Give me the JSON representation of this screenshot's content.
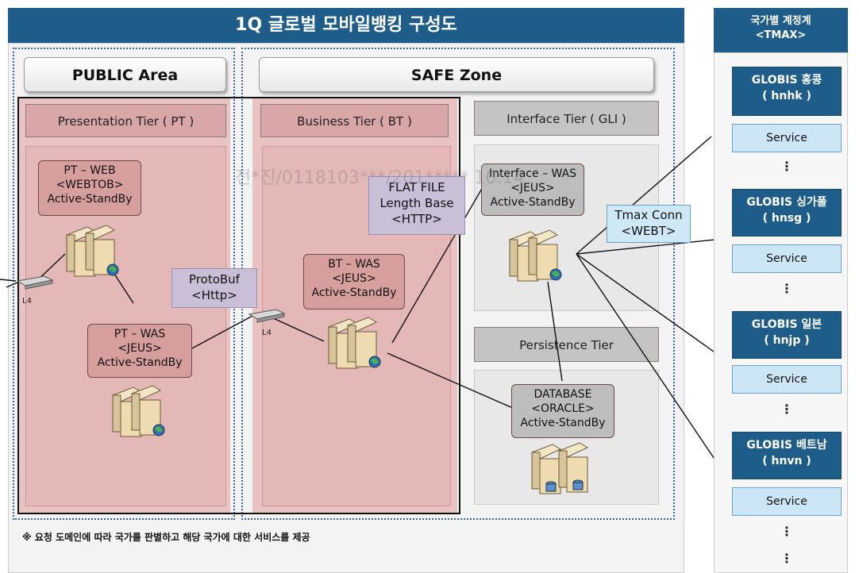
{
  "title": "1Q 글로벌 모바일뱅킹 구성도",
  "zones": {
    "public": "PUBLIC Area",
    "safe": "SAFE Zone"
  },
  "tiers": {
    "pt": "Presentation Tier ( PT )",
    "bt": "Business Tier ( BT )",
    "gli": "Interface Tier ( GLI )",
    "persistence": "Persistence Tier"
  },
  "nodes": {
    "pt_web": [
      "PT – WEB",
      "<WEBTOB>",
      "Active-StandBy"
    ],
    "pt_was": [
      "PT – WAS",
      "<JEUS>",
      "Active-StandBy"
    ],
    "bt_was": [
      "BT – WAS",
      "<JEUS>",
      "Active-StandBy"
    ],
    "if_was": [
      "Interface – WAS",
      "<JEUS>",
      "Active-StandBy"
    ],
    "database": [
      "DATABASE",
      "<ORACLE>",
      "Active-StandBy"
    ]
  },
  "protocols": {
    "protobuf": [
      "ProtoBuf",
      "<Http>"
    ],
    "flatfile": [
      "FLAT FILE",
      "Length Base",
      "<HTTP>"
    ],
    "tmax": [
      "Tmax Conn",
      "<WEBT>"
    ]
  },
  "switch_labels": {
    "left": "L4",
    "middle": "L4"
  },
  "right": {
    "header": [
      "국가별 계정계",
      "<TMAX>"
    ],
    "globis": [
      {
        "name": "GLOBIS 홍콩",
        "code": "( hnhk )",
        "service": "Service"
      },
      {
        "name": "GLOBIS 싱가폴",
        "code": "( hnsg )",
        "service": "Service"
      },
      {
        "name": "GLOBIS 일본",
        "code": "( hnjp )",
        "service": "Service"
      },
      {
        "name": "GLOBIS 베트남",
        "code": "( hnvn )",
        "service": "Service"
      }
    ],
    "dots": "⋮"
  },
  "note": "※ 요청 도메인에 따라 국가를 판별하고 해당 국가에 대한 서비스를 제공",
  "watermark": "전*진/0118103***/201***** 10:14"
}
